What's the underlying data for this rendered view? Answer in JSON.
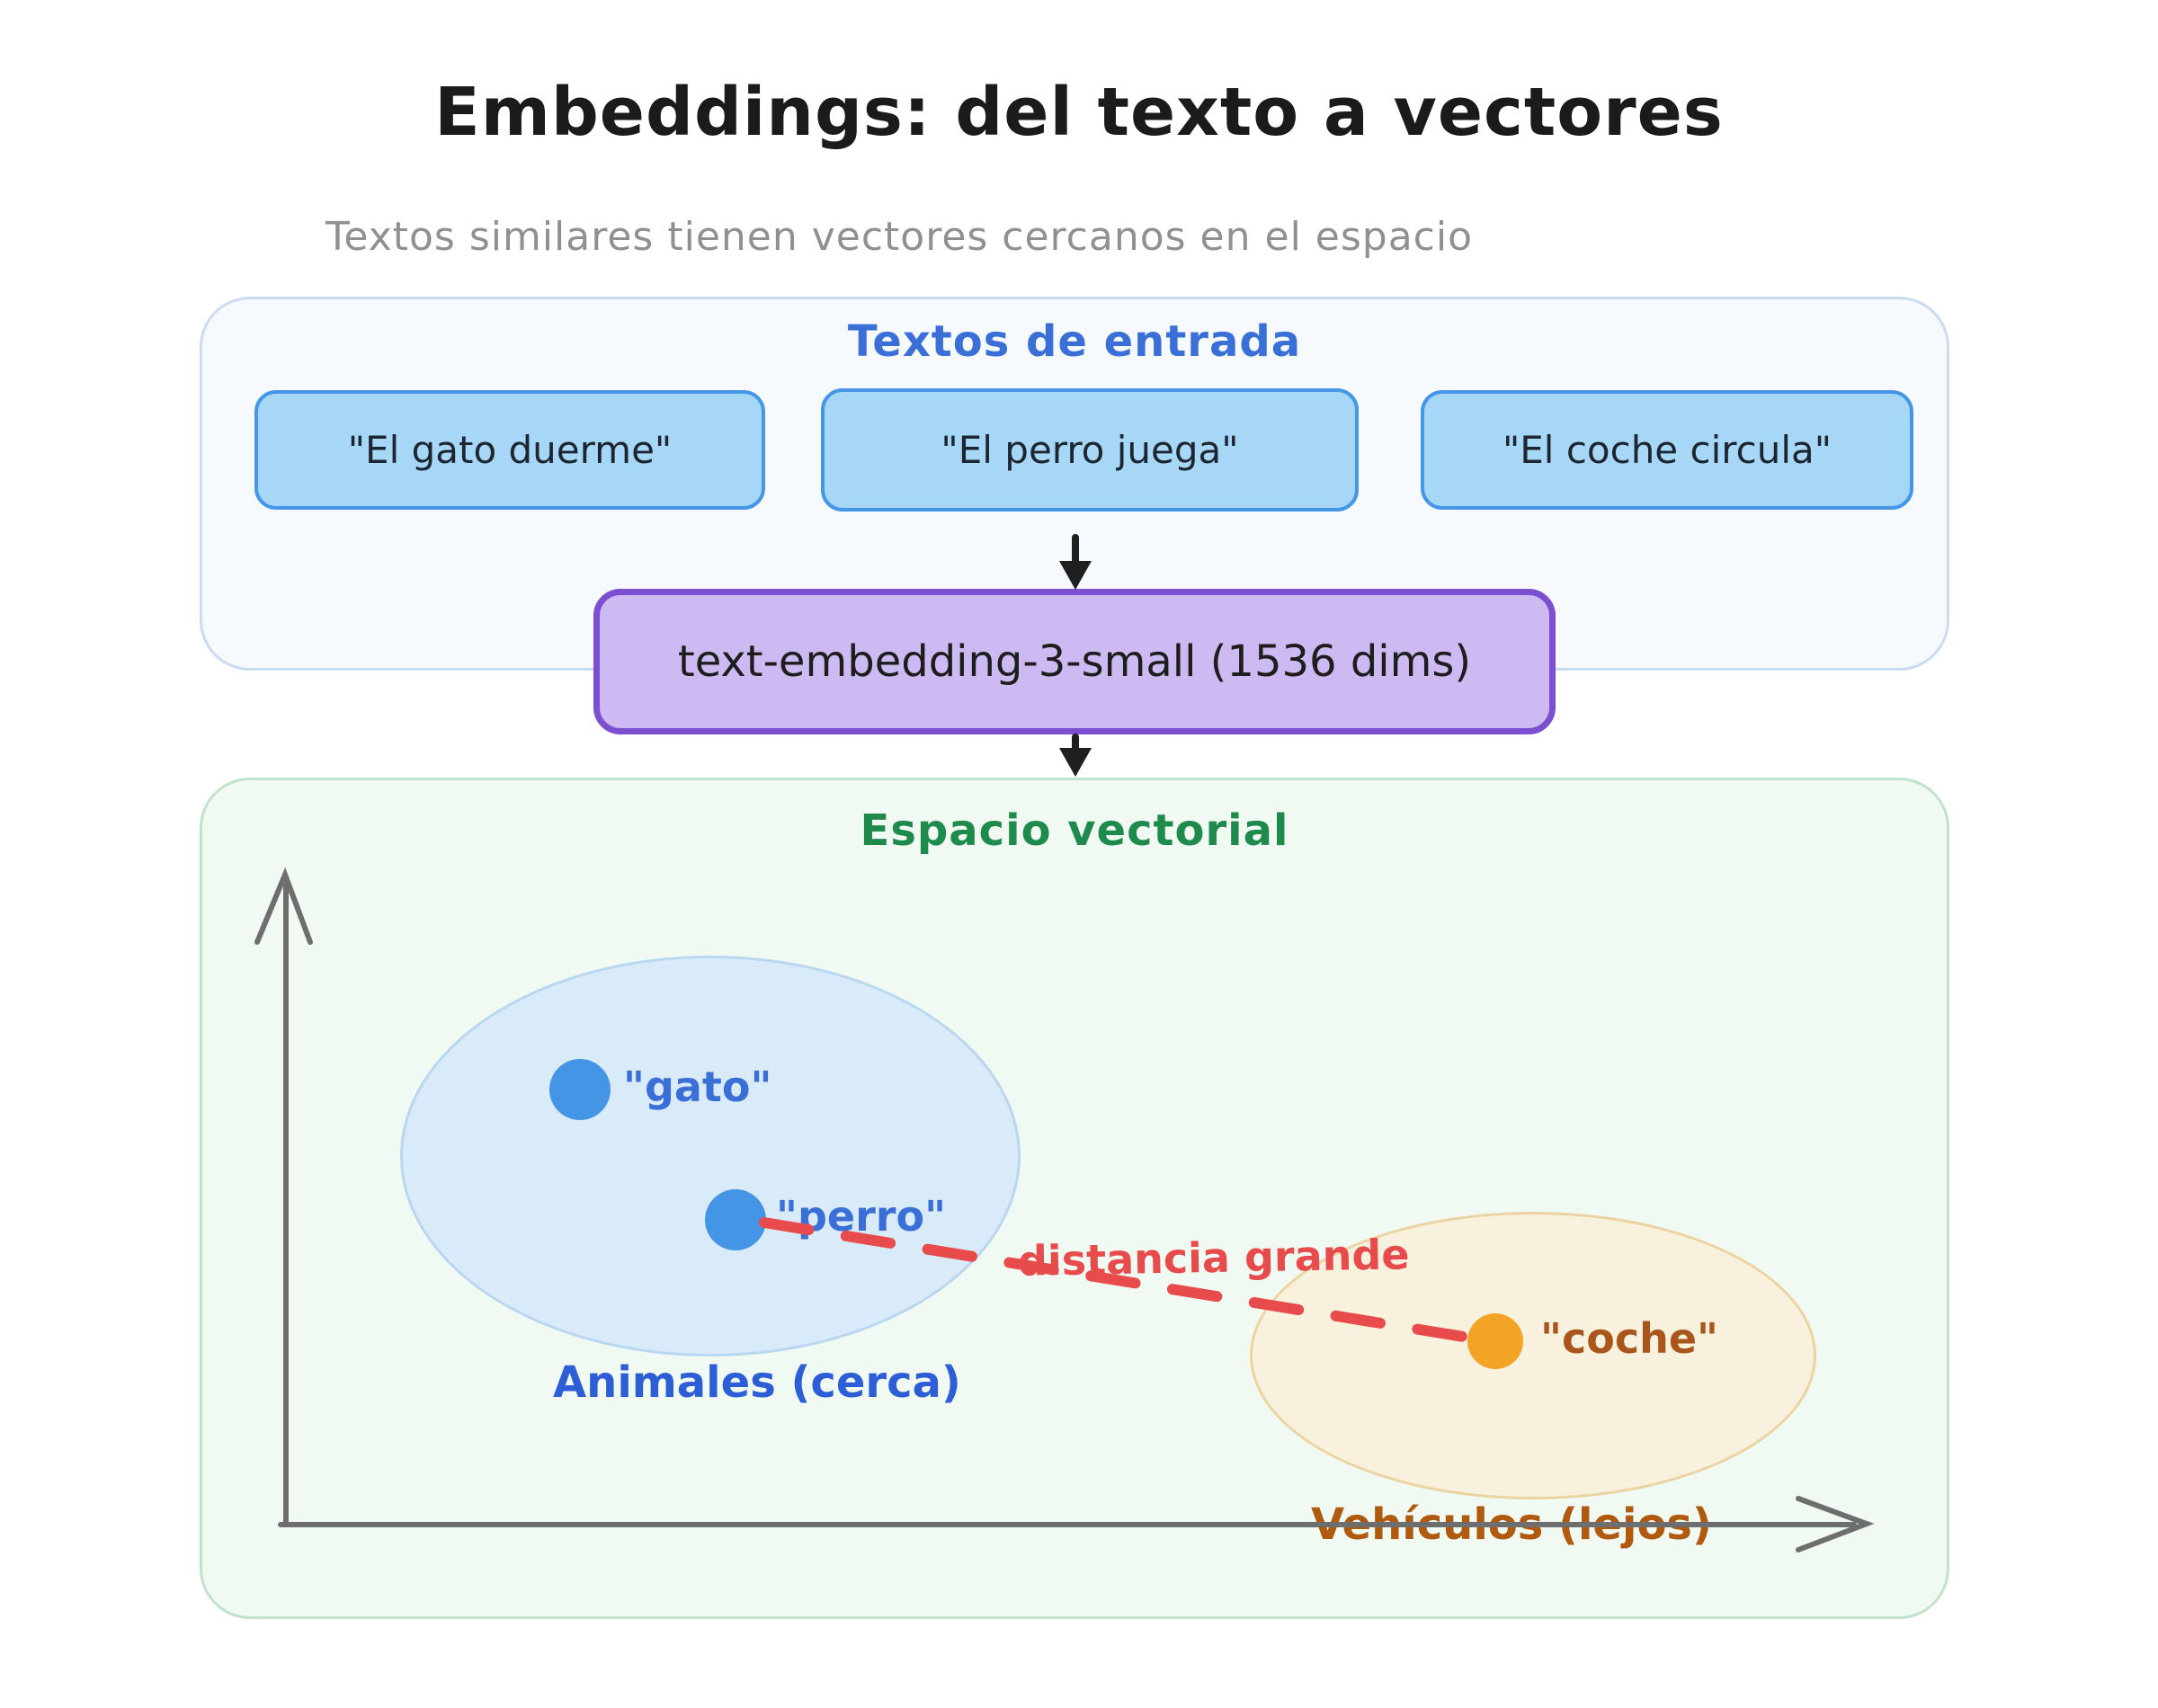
{
  "page": {
    "title": "Embeddings: del texto a vectores",
    "subtitle": "Textos similares tienen vectores cercanos en el espacio"
  },
  "input_section": {
    "title": "Textos de entrada",
    "texts": [
      {
        "label": "\"El gato duerme\""
      },
      {
        "label": "\"El perro juega\""
      },
      {
        "label": "\"El coche circula\""
      }
    ]
  },
  "model": {
    "label": "text-embedding-3-small (1536 dims)"
  },
  "vector_space": {
    "title": "Espacio vectorial",
    "clusters": [
      {
        "id": "animales",
        "label": "Animales (cerca)",
        "points": [
          {
            "label": "\"gato\""
          },
          {
            "label": "\"perro\""
          }
        ]
      },
      {
        "id": "vehiculos",
        "label": "Vehículos (lejos)",
        "points": [
          {
            "label": "\"coche\""
          }
        ]
      }
    ],
    "distance_annotation": "distancia grande"
  },
  "colors": {
    "title_text": "#1b1b1b",
    "subtitle_text": "#8f9093",
    "input_header_text": "#3a6fd8",
    "input_chip_fill": "#a7d7f7",
    "input_chip_border": "#4596e6",
    "model_fill": "#cdbaf2",
    "model_border": "#7b4fd0",
    "space_header_text": "#1e8a4b",
    "animal_cluster_fill": "#d9eaf9",
    "vehicle_cluster_fill": "#f8f1de",
    "animal_point": "#4495e5",
    "vehicle_point": "#f3a326",
    "distance_line": "#e84b4b",
    "flow_arrow": "#1f1f1f",
    "axis": "#6e6e6e"
  }
}
